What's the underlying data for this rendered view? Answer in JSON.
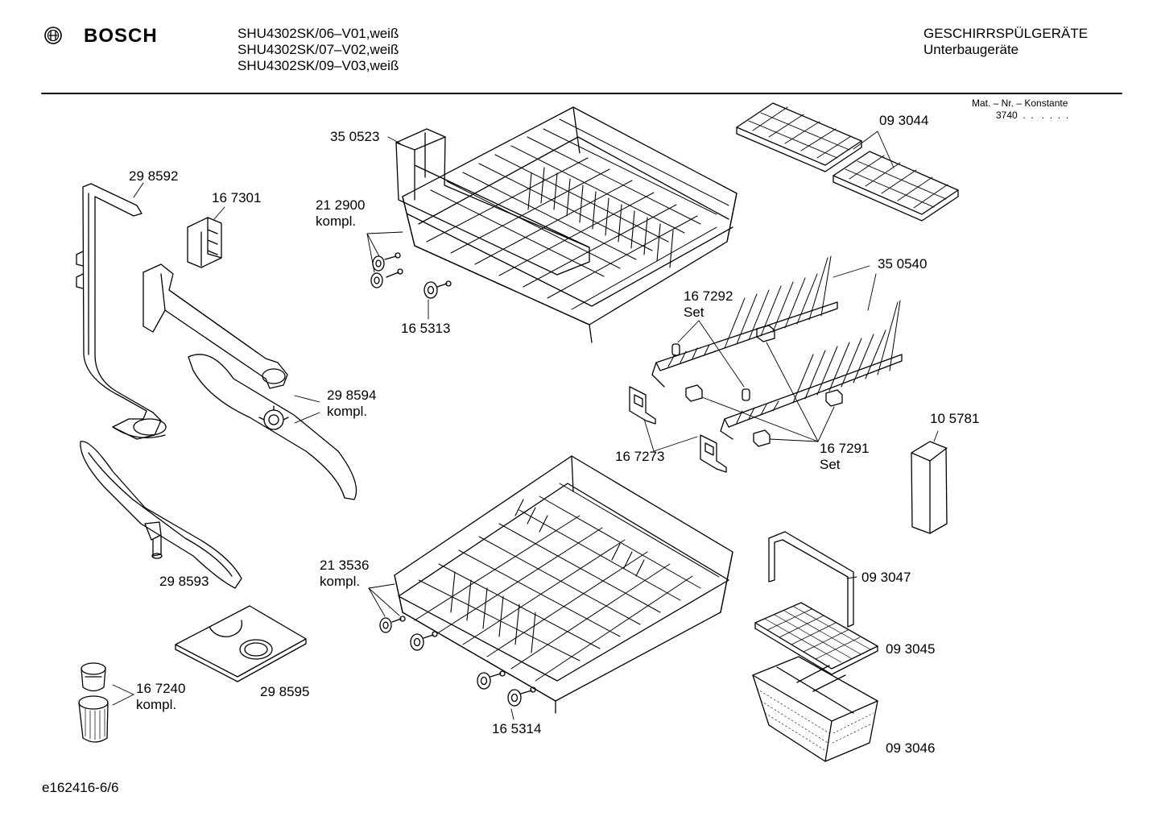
{
  "header": {
    "brand": "BOSCH",
    "models": [
      "SHU4302SK/06–V01,weiß",
      "SHU4302SK/07–V02,weiß",
      "SHU4302SK/09–V03,weiß"
    ],
    "category": "GESCHIRRSPÜLGERÄTE",
    "subcategory": "Unterbaugeräte"
  },
  "matinfo": {
    "title": "Mat. – Nr. – Konstante",
    "value": "3740  .  .   .  .  .  ."
  },
  "parts": [
    {
      "id": "350523",
      "lines": [
        "35 0523"
      ],
      "icon": "upper-rack-icon"
    },
    {
      "id": "212900",
      "lines": [
        "21 2900",
        "kompl."
      ],
      "icon": "rack-roller-icon"
    },
    {
      "id": "165313",
      "lines": [
        "16 5313"
      ],
      "icon": "rack-wheel-icon"
    },
    {
      "id": "298592",
      "lines": [
        "29 8592"
      ],
      "icon": "water-pipe-icon"
    },
    {
      "id": "167301",
      "lines": [
        "16 7301"
      ],
      "icon": "clip-icon"
    },
    {
      "id": "298594",
      "lines": [
        "29 8594",
        "kompl."
      ],
      "icon": "upper-spray-arm-icon"
    },
    {
      "id": "298593",
      "lines": [
        "29 8593"
      ],
      "icon": "lower-spray-arm-icon"
    },
    {
      "id": "298595",
      "lines": [
        "29 8595"
      ],
      "icon": "filter-plate-icon"
    },
    {
      "id": "167240",
      "lines": [
        "16 7240",
        "kompl."
      ],
      "icon": "filter-icon"
    },
    {
      "id": "093044",
      "lines": [
        "09 3044"
      ],
      "icon": "cup-shelf-icon"
    },
    {
      "id": "350540",
      "lines": [
        "35 0540"
      ],
      "icon": "tine-row-icon"
    },
    {
      "id": "167292",
      "lines": [
        "16 7292",
        "Set"
      ],
      "icon": "pin-set-icon"
    },
    {
      "id": "167273",
      "lines": [
        "16 7273"
      ],
      "icon": "holder-icon"
    },
    {
      "id": "167291",
      "lines": [
        "16 7291",
        "Set"
      ],
      "icon": "clip-set-icon"
    },
    {
      "id": "105781",
      "lines": [
        "10 5781"
      ],
      "icon": "cutlery-insert-icon"
    },
    {
      "id": "093047",
      "lines": [
        "09 3047"
      ],
      "icon": "basket-handle-icon"
    },
    {
      "id": "093045",
      "lines": [
        "09 3045"
      ],
      "icon": "basket-lid-icon"
    },
    {
      "id": "093046",
      "lines": [
        "09 3046"
      ],
      "icon": "cutlery-basket-icon"
    },
    {
      "id": "213536",
      "lines": [
        "21 3536",
        "kompl."
      ],
      "icon": "lower-rack-roller-icon"
    },
    {
      "id": "165314",
      "lines": [
        "16 5314"
      ],
      "icon": "lower-rack-wheel-icon"
    }
  ],
  "footer": {
    "drawing_number": "e162416-6/6"
  }
}
